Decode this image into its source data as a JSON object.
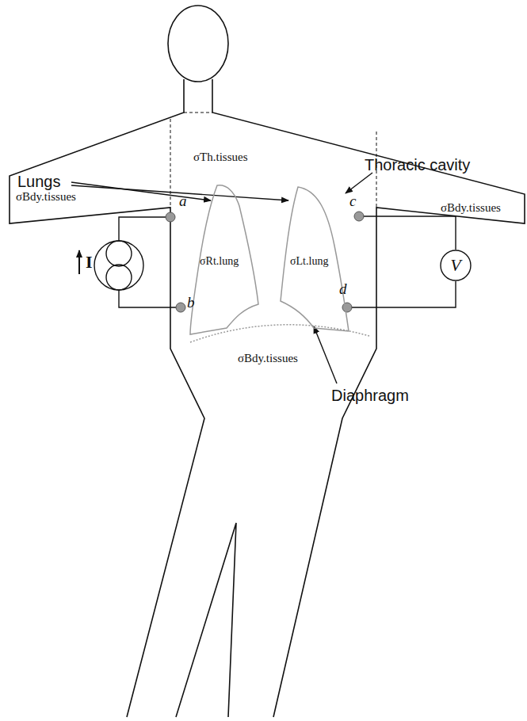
{
  "diagram": {
    "nodes": [
      {
        "text": [
          "σRt.lung"
        ]
      },
      {
        "text": [
          "σLt.lung"
        ]
      },
      {
        "text": [
          "V"
        ]
      }
    ],
    "labels": [
      "Lungs",
      "Thoracic cavity",
      "σTh.tissues",
      "σBdy.tissues",
      "σBdy.tissues",
      "a",
      "I",
      "b",
      "c",
      "d",
      "σBdy.tissues",
      "Diaphragm"
    ]
  }
}
